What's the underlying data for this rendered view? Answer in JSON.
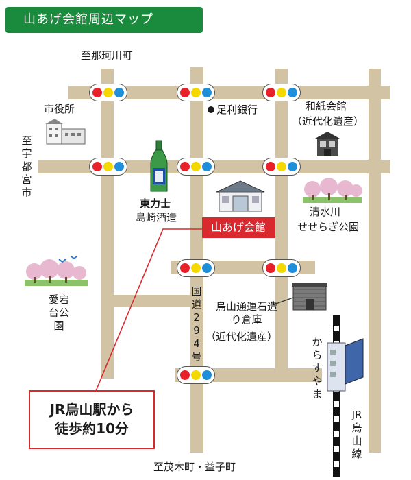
{
  "title": "山あげ会館周辺マップ",
  "directions": {
    "north": "至那珂川町",
    "west": "至宇都宮市",
    "south": "至茂木町・益子町"
  },
  "places": {
    "city_hall": "市役所",
    "bank": "足利銀行",
    "washi_hall": "和紙会館",
    "washi_hall_note": "（近代化遺産）",
    "sake_brand": "東力士",
    "sake_brewery": "島崎酒造",
    "hall": "山あげ会館",
    "shimizu_river": "清水川",
    "seseragi_park": "せせらぎ公園",
    "atago_park": "愛宕台公園",
    "warehouse": "烏山通運石造り倉庫",
    "warehouse_note": "（近代化遺産）",
    "route_road": "国道294号",
    "station": "からすやま",
    "railway": "JR烏山線"
  },
  "note": {
    "line1": "JR烏山駅から",
    "line2": "徒歩約10分"
  },
  "colors": {
    "title_bg": "#1a8a3c",
    "hall_marker": "#d9282e",
    "road": "#d2c3a4",
    "signal_red": "#e8202a",
    "signal_yellow": "#f5d800",
    "signal_blue": "#1e8fd8"
  },
  "icons": [
    "traffic-signal-icon",
    "bank-dot-icon",
    "sake-bottle-icon",
    "hall-building-icon",
    "cherry-tree-icon",
    "warehouse-icon",
    "train-station-icon"
  ]
}
